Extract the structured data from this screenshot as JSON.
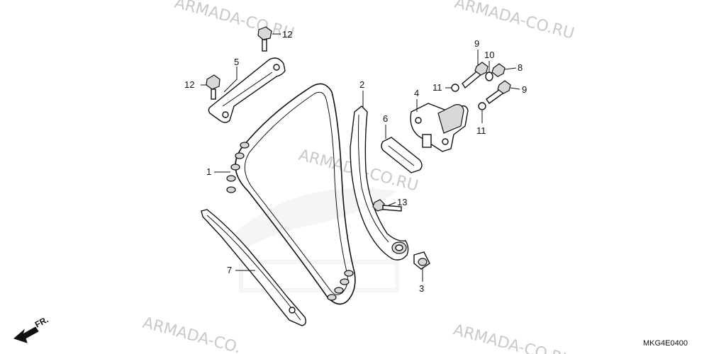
{
  "watermark": {
    "text_top": "ARMADA-CO.RU",
    "text_top_left": "ARMADA-CO.RU",
    "text_middle": "ARMADA-CO.RU",
    "text_bottom_left": "ARMADA-CO.",
    "text_bottom_right": "ARMADA-CO.RU"
  },
  "diagram_code": "MKG4E0400",
  "front_marker": "FR.",
  "parts": {
    "chain": "1",
    "tensioner_arm": "2",
    "collar": "3",
    "tensioner_lifter": "4",
    "guide_plate": "5",
    "gasket": "6",
    "chain_guide": "7",
    "bolt_8": "8",
    "bolt_9_top": "9",
    "bolt_9_right": "9",
    "washer_10": "10",
    "oring_11_top": "11",
    "oring_11_bottom": "11",
    "bolt_12_top": "12",
    "bolt_12_left": "12",
    "bolt_13": "13"
  }
}
